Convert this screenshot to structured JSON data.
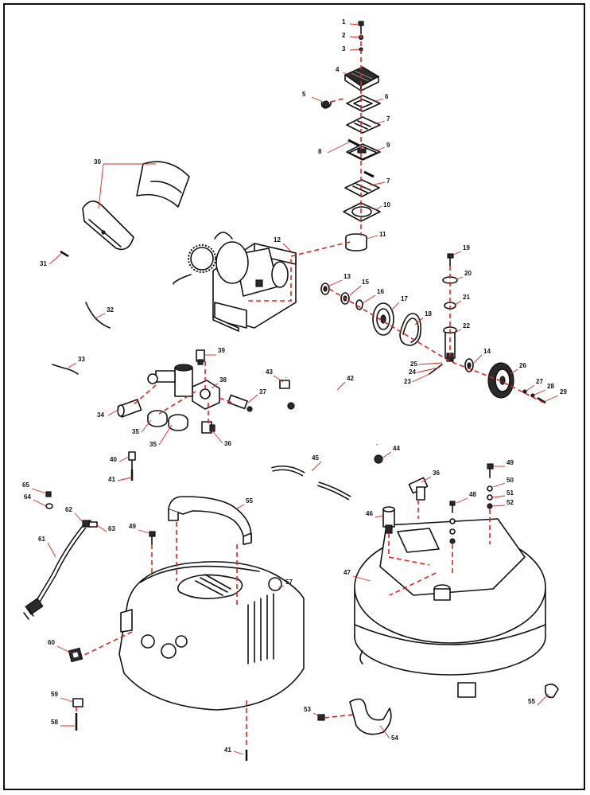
{
  "colors": {
    "leader": "#e0241b",
    "ink": "#111111"
  },
  "callouts": [
    {
      "id": "c1",
      "label": "1"
    },
    {
      "id": "c2",
      "label": "2"
    },
    {
      "id": "c3",
      "label": "3"
    },
    {
      "id": "c4",
      "label": "4"
    },
    {
      "id": "c5",
      "label": "5"
    },
    {
      "id": "c6",
      "label": "6"
    },
    {
      "id": "c7a",
      "label": "7"
    },
    {
      "id": "c8",
      "label": "8"
    },
    {
      "id": "c9",
      "label": "9"
    },
    {
      "id": "c7b",
      "label": "7"
    },
    {
      "id": "c10",
      "label": "10"
    },
    {
      "id": "c11",
      "label": "11"
    },
    {
      "id": "c12",
      "label": "12"
    },
    {
      "id": "c13",
      "label": "13"
    },
    {
      "id": "c14",
      "label": "14"
    },
    {
      "id": "c15",
      "label": "15"
    },
    {
      "id": "c16",
      "label": "16"
    },
    {
      "id": "c17",
      "label": "17"
    },
    {
      "id": "c18",
      "label": "18"
    },
    {
      "id": "c19",
      "label": "19"
    },
    {
      "id": "c20",
      "label": "20"
    },
    {
      "id": "c21",
      "label": "21"
    },
    {
      "id": "c22",
      "label": "22"
    },
    {
      "id": "c23",
      "label": "23"
    },
    {
      "id": "c24",
      "label": "24"
    },
    {
      "id": "c25",
      "label": "25"
    },
    {
      "id": "c26",
      "label": "26"
    },
    {
      "id": "c27",
      "label": "27"
    },
    {
      "id": "c28",
      "label": "28"
    },
    {
      "id": "c29",
      "label": "29"
    },
    {
      "id": "c30",
      "label": "30"
    },
    {
      "id": "c31",
      "label": "31"
    },
    {
      "id": "c32",
      "label": "32"
    },
    {
      "id": "c33",
      "label": "33"
    },
    {
      "id": "c34",
      "label": "34"
    },
    {
      "id": "c35a",
      "label": "35"
    },
    {
      "id": "c35b",
      "label": "35"
    },
    {
      "id": "c36a",
      "label": "36"
    },
    {
      "id": "c36b",
      "label": "36"
    },
    {
      "id": "c37",
      "label": "37"
    },
    {
      "id": "c38",
      "label": "38"
    },
    {
      "id": "c39",
      "label": "39"
    },
    {
      "id": "c40",
      "label": "40"
    },
    {
      "id": "c41a",
      "label": "41"
    },
    {
      "id": "c41b",
      "label": "41"
    },
    {
      "id": "c42",
      "label": "42"
    },
    {
      "id": "c43",
      "label": "43"
    },
    {
      "id": "c44",
      "label": "44"
    },
    {
      "id": "c45",
      "label": "45"
    },
    {
      "id": "c46",
      "label": "46"
    },
    {
      "id": "c47",
      "label": "47"
    },
    {
      "id": "c48",
      "label": "48"
    },
    {
      "id": "c49a",
      "label": "49"
    },
    {
      "id": "c49b",
      "label": "49"
    },
    {
      "id": "c50",
      "label": "50"
    },
    {
      "id": "c51",
      "label": "51"
    },
    {
      "id": "c52",
      "label": "52"
    },
    {
      "id": "c53",
      "label": "53"
    },
    {
      "id": "c54",
      "label": "54"
    },
    {
      "id": "c55a",
      "label": "55"
    },
    {
      "id": "c55b",
      "label": "55"
    },
    {
      "id": "c57",
      "label": "57"
    },
    {
      "id": "c58",
      "label": "58"
    },
    {
      "id": "c59",
      "label": "59"
    },
    {
      "id": "c60",
      "label": "60"
    },
    {
      "id": "c61",
      "label": "61"
    },
    {
      "id": "c62",
      "label": "62"
    },
    {
      "id": "c63",
      "label": "63"
    },
    {
      "id": "c64",
      "label": "64"
    },
    {
      "id": "c65",
      "label": "65"
    }
  ]
}
